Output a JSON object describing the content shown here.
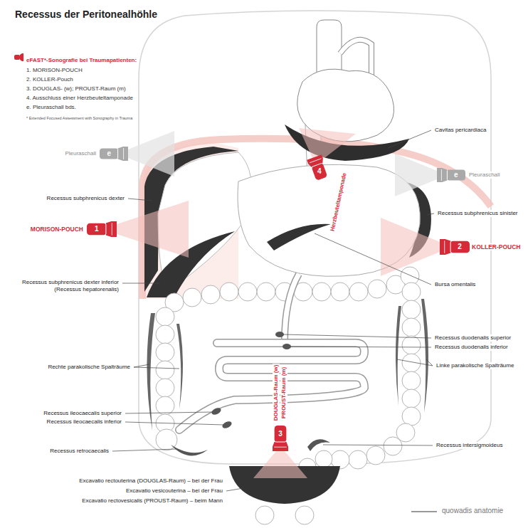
{
  "diagram": {
    "title": "Recessus der Peritonealhöhle",
    "nodes": [
      {
        "text": [
          "e",
          "Pleuraschall"
        ]
      },
      {
        "text": [
          "e",
          "Pleuraschall"
        ]
      },
      {
        "text": [
          "4",
          "Herzbeuteltamponade"
        ]
      },
      {
        "text": [
          "1",
          "MORISON-POUCH"
        ]
      },
      {
        "text": [
          "2",
          "KOLLER-POUCH"
        ]
      },
      {
        "text": [
          "3",
          "DOUGLAS-Raum (w)",
          "PROUST-Raum (m)"
        ]
      }
    ],
    "labels": [
      "eFAST*-Sonografie bei Traumapatienten:",
      "1. MORISON-POUCH",
      "2. KOLLER-Pouch",
      "3. DOUGLAS- (w); PROUST-Raum (m)",
      "4. Ausschluss einer Herzbeuteltamponade",
      "e. Pleuraschall bds.",
      "* Extended Focused Assessment with Sonography in Trauma",
      "Cavitas pericardiaca",
      "Recessus subphrenicus dexter",
      "Recessus subphrenicus sinister",
      "Recessus subphrenicus dexter inferior (Recessus hepatorenalis)",
      "Bursa omentalis",
      "Recessus duodenalis superior",
      "Recessus duodenalis inferior",
      "Rechte parakolische Spalträume",
      "Linke parakolische Spalträume",
      "Recessus ileocaecalis superior",
      "Recessus ileocaecalis inferior",
      "Recessus retrocaecalis",
      "Recessus intersigmoideus",
      "Excavatio rectouterina (DOUGLAS-Raum) – bei der Frau",
      "Excavatio vesicouterina – bei der Frau",
      "Excavatio rectovesicalis (PROUST-Raum) – beim Mann",
      "quowadis anatomie"
    ]
  }
}
